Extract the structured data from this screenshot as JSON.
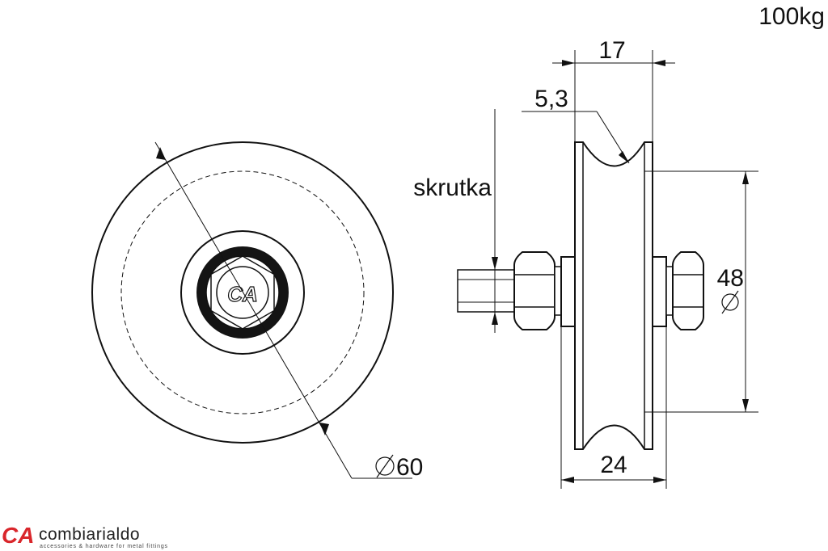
{
  "labels": {
    "capacity": "100kg",
    "width_top": "17",
    "groove_radius": "5,3",
    "bolt": "skrutka",
    "groove_diameter": "48",
    "outer_diameter": "60",
    "width_bottom": "24",
    "diameter_symbol": "∅"
  },
  "brand": {
    "mark": "CA",
    "name": "combiarialdo",
    "tagline": "accessories & hardware for metal fittings",
    "mark_color": "#d9262b"
  },
  "colors": {
    "line": "#111111",
    "dark_ring": "#141414"
  }
}
